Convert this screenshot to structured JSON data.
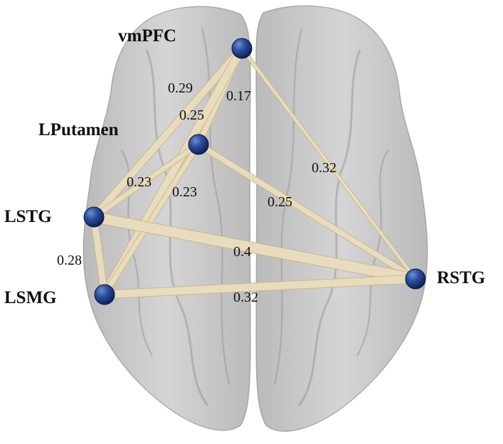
{
  "nodes": {
    "vmPFC": {
      "label": "vmPFC"
    },
    "LPutamen": {
      "label": "LPutamen"
    },
    "LSTG": {
      "label": "LSTG"
    },
    "LSMG": {
      "label": "LSMG"
    },
    "RSTG": {
      "label": "RSTG"
    }
  },
  "edges": [
    {
      "source": "vmPFC",
      "target": "LSTG",
      "weight": 0.29,
      "label": "0.29"
    },
    {
      "source": "vmPFC",
      "target": "RSTG",
      "weight": 0.17,
      "label": "0.17"
    },
    {
      "source": "vmPFC",
      "target": "LPutamen",
      "weight": 0.25,
      "label": "0.25"
    },
    {
      "source": "vmPFC",
      "target": "LSMG",
      "weight": 0.32,
      "label": "0.32"
    },
    {
      "source": "LPutamen",
      "target": "LSTG",
      "weight": 0.23,
      "label": "0.23"
    },
    {
      "source": "LPutamen",
      "target": "LSMG",
      "weight": 0.23,
      "label": "0.23"
    },
    {
      "source": "LPutamen",
      "target": "RSTG",
      "weight": 0.25,
      "label": "0.25"
    },
    {
      "source": "LSTG",
      "target": "LSMG",
      "weight": 0.28,
      "label": "0.28"
    },
    {
      "source": "LSTG",
      "target": "RSTG",
      "weight": 0.4,
      "label": "0.4"
    },
    {
      "source": "LSMG",
      "target": "RSTG",
      "weight": 0.32,
      "label": "0.32"
    }
  ],
  "colors": {
    "node": "#1f3f8f",
    "edge": "#e9dcbc",
    "edge_outline": "#c9b892",
    "brain": "#b9b9b9"
  }
}
